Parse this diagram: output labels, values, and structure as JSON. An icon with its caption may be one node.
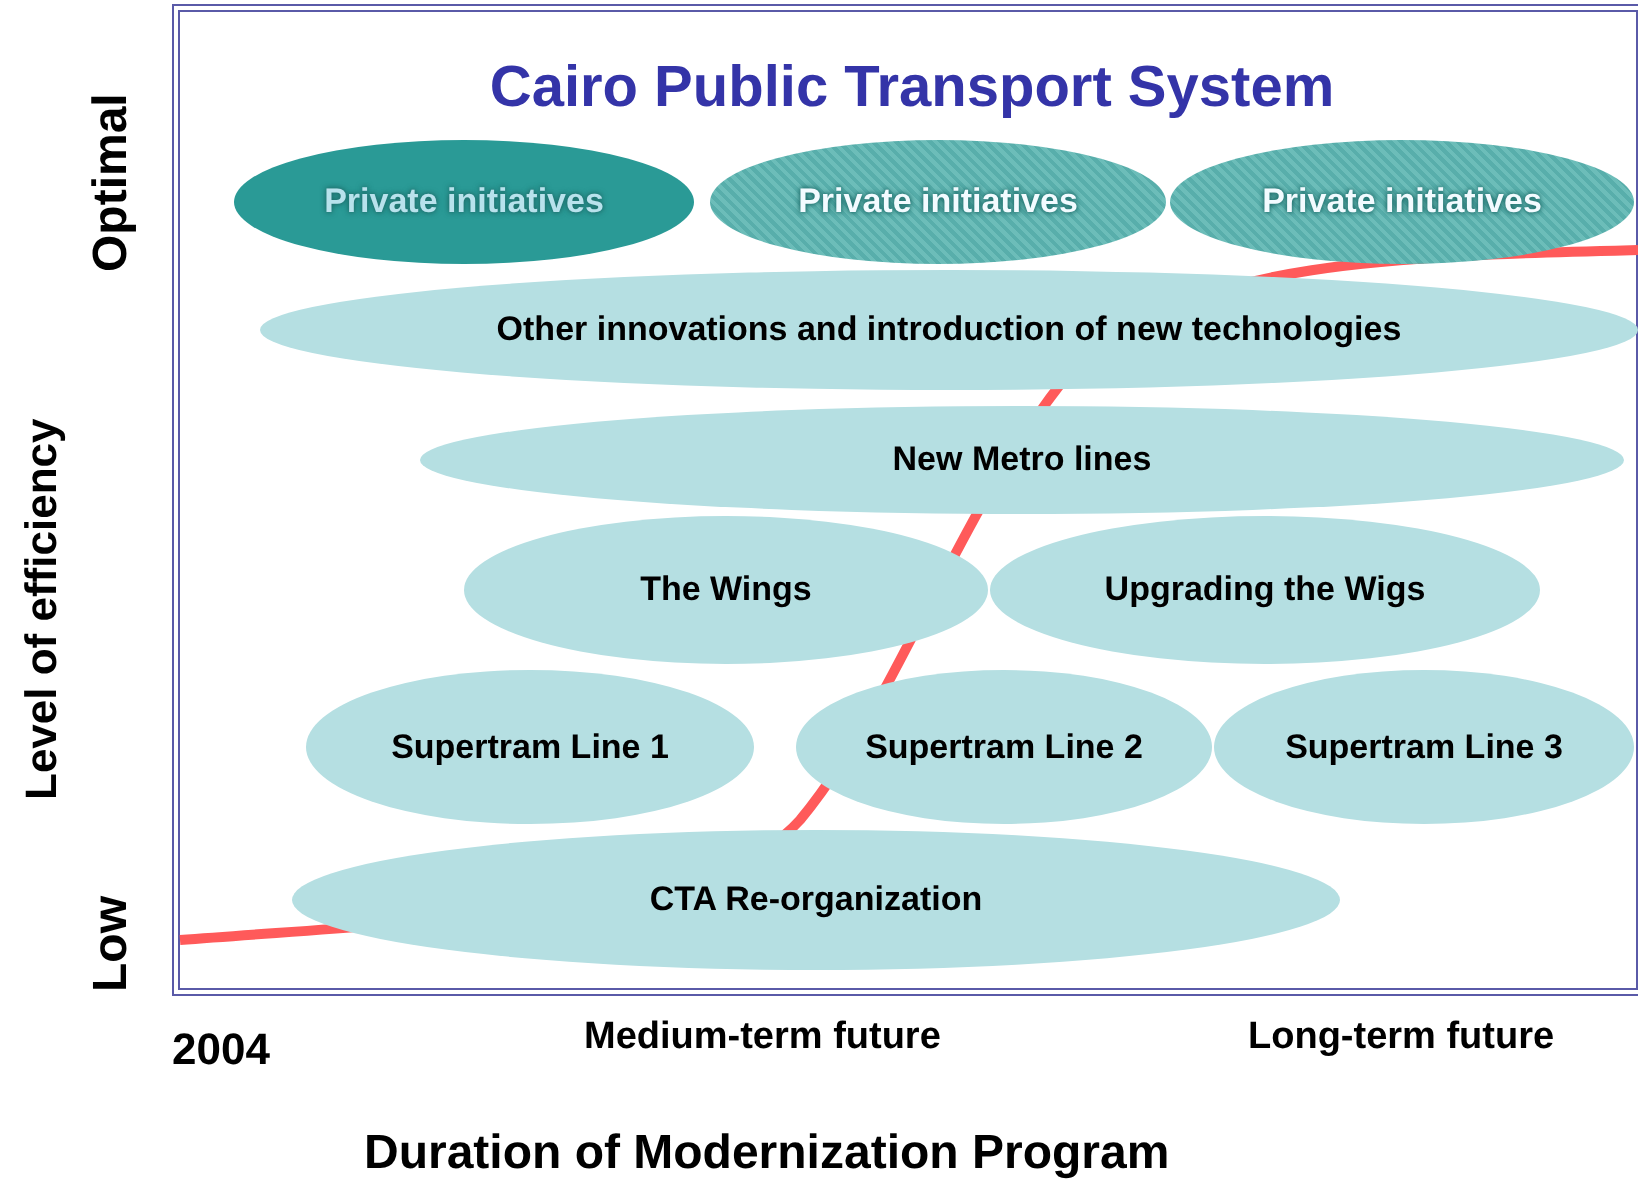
{
  "diagram": {
    "title": "Cairo Public Transport System",
    "nodes": [
      {
        "text": [
          "Private initiatives"
        ]
      },
      {
        "text": [
          "Private initiatives"
        ]
      },
      {
        "text": [
          "Private initiatives"
        ]
      },
      {
        "text": [
          "Other innovations and introduction of new technologies"
        ]
      },
      {
        "text": [
          "New Metro lines"
        ]
      },
      {
        "text": [
          "The Wings"
        ]
      },
      {
        "text": [
          "Upgrading the Wigs"
        ]
      },
      {
        "text": [
          "Supertram Line 1"
        ]
      },
      {
        "text": [
          "Supertram Line 2"
        ]
      },
      {
        "text": [
          "Supertram Line 3"
        ]
      },
      {
        "text": [
          "CTA Re-organization"
        ]
      }
    ],
    "labels": [
      "Optimal",
      "Level of efficiency",
      "Low",
      "2004",
      "Medium-term future",
      "Long-term future",
      "Duration of Modernization Program"
    ]
  }
}
